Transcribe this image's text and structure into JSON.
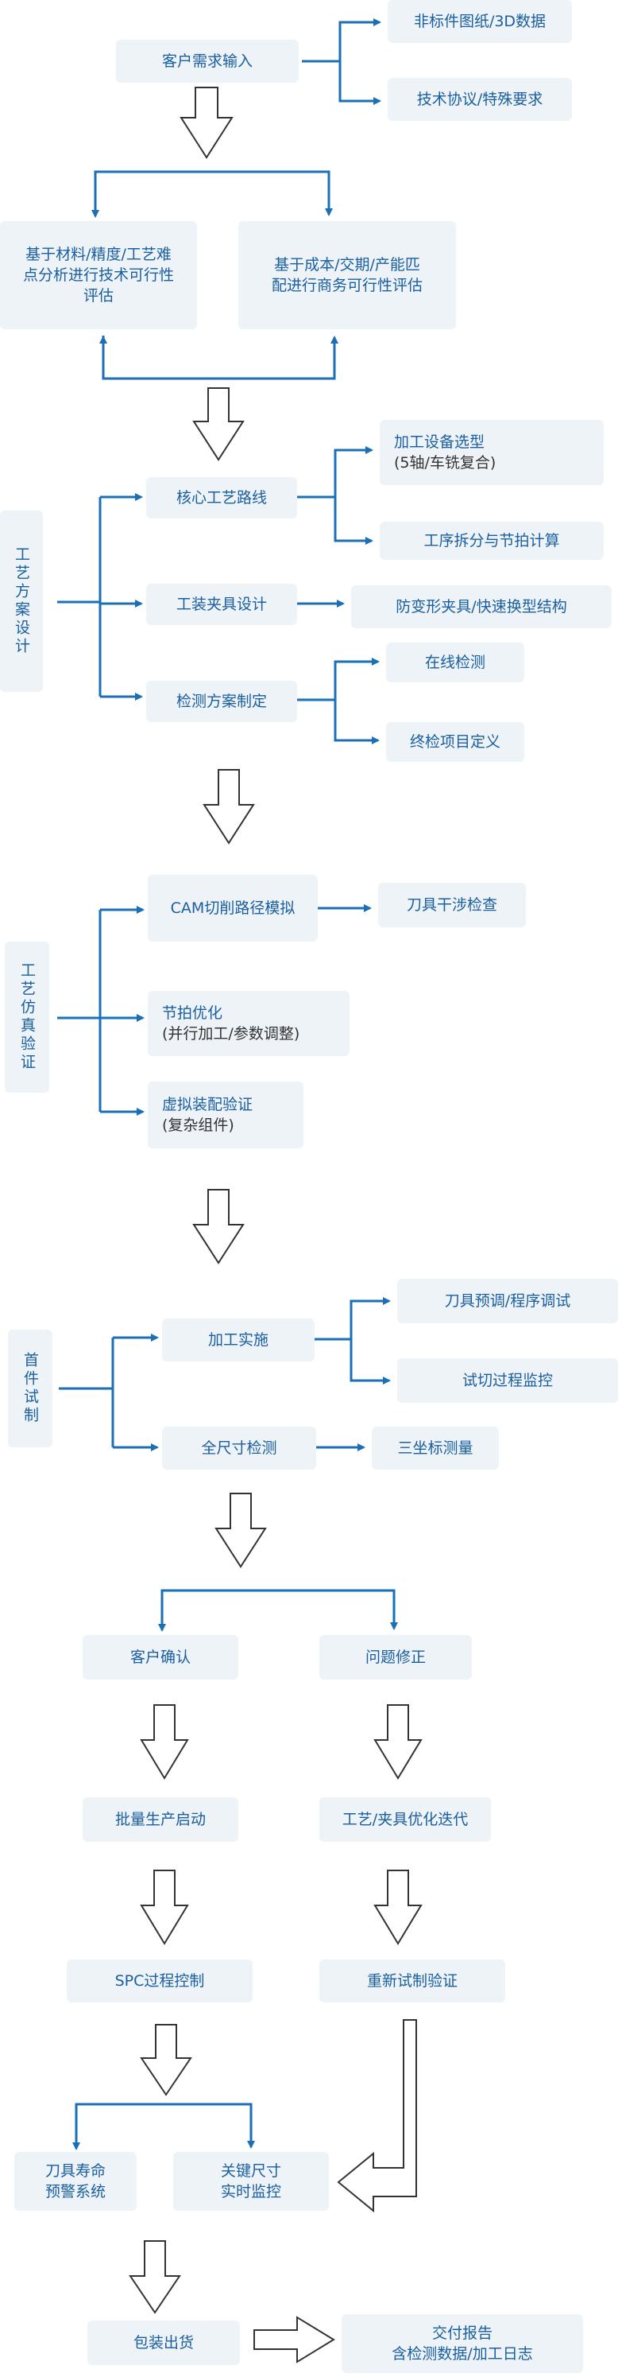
{
  "colors": {
    "line": "#1a6fb5",
    "box": "#eef3f8",
    "text": "#1a5fa0",
    "arrow_outline": "#333333"
  },
  "intake": {
    "main": "客户需求输入",
    "drawings": "非标件图纸/3D数据",
    "agreement": "技术协议/特殊要求"
  },
  "feasibility": {
    "technical": "基于材料/精度/工艺难\n点分析进行技术可行性\n评估",
    "business": "基于成本/交期/产能匹\n配进行商务可行性评估"
  },
  "process_design": {
    "label": "工艺方案设计",
    "core_route": "核心工艺路线",
    "equipment": "加工设备选型",
    "equipment_sub": "(5轴/车铣复合)",
    "steps": "工序拆分与节拍计算",
    "fixture": "工装夹具设计",
    "fixture_detail": "防变形夹具/快速换型结构",
    "inspection_plan": "检测方案制定",
    "online": "在线检测",
    "final": "终检项目定义"
  },
  "simulation": {
    "label": "工艺仿真验证",
    "cam": "CAM切削路径模拟",
    "interference": "刀具干涉检查",
    "cycle_opt": "节拍优化",
    "cycle_opt_sub": "(并行加工/参数调整)",
    "virtual": "虚拟装配验证",
    "virtual_sub": "(复杂组件)"
  },
  "trial": {
    "label": "首件试制",
    "machining": "加工实施",
    "preset": "刀具预调/程序调试",
    "monitor": "试切过程监控",
    "full_inspection": "全尺寸检测",
    "cmm": "三坐标测量"
  },
  "outcome": {
    "confirm": "客户确认",
    "fix": "问题修正",
    "mass": "批量生产启动",
    "iterate": "工艺/夹具优化迭代",
    "spc": "SPC过程控制",
    "retrial": "重新试制验证",
    "tool_life": "刀具寿命\n预警系统",
    "key_dim": "关键尺寸\n实时监控",
    "packing": "包装出货",
    "report": "交付报告\n含检测数据/加工日志"
  }
}
